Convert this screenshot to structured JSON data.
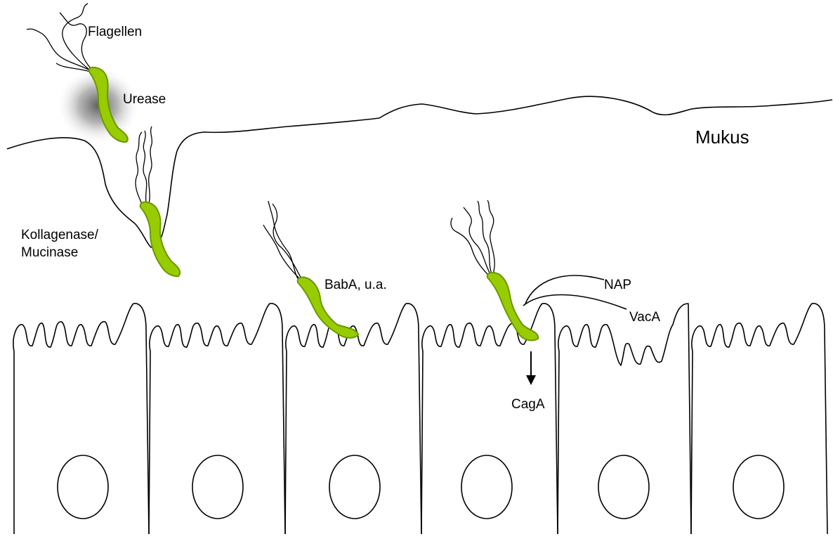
{
  "labels": {
    "flagellen": "Flagellen",
    "urease": "Urease",
    "mukus": "Mukus",
    "kollagenase": "Kollagenase/\nMucinase",
    "baba": "BabA, u.a.",
    "nap": "NAP",
    "vaca": "VacA",
    "caga": "CagA"
  },
  "colors": {
    "bacterium_fill": "#99cc00",
    "bacterium_outline": "#669900",
    "urease_glow": "#555555",
    "line": "#000000",
    "background": "#ffffff"
  },
  "bacteria_count": 4,
  "epithelial_cell_count": 6
}
